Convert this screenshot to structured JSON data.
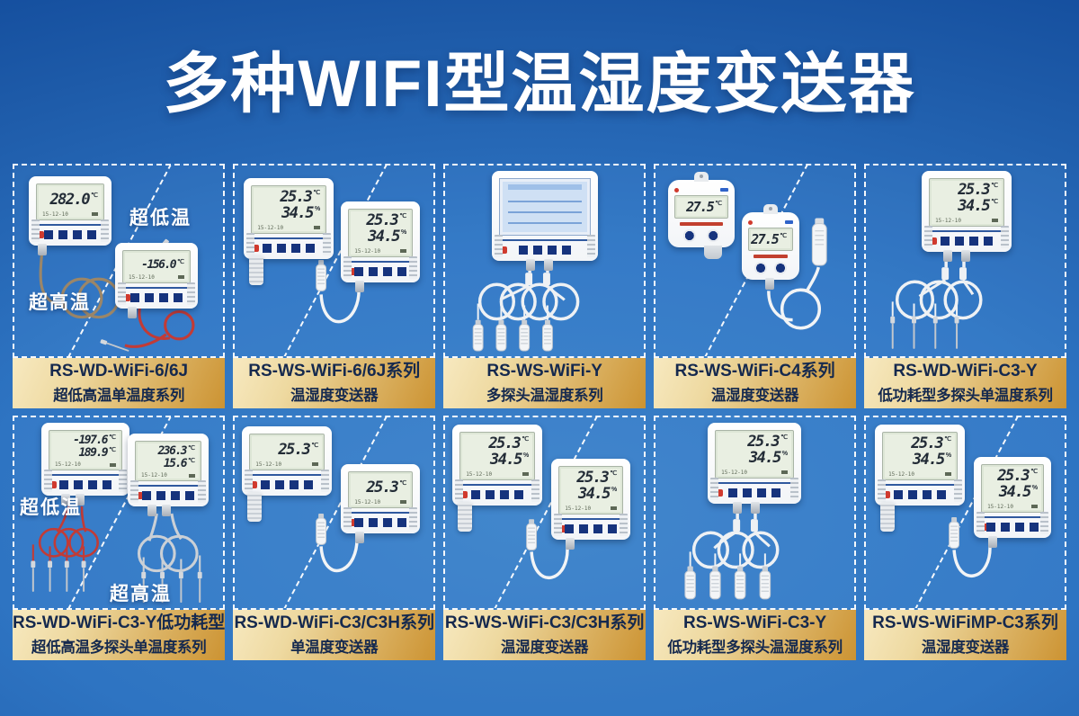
{
  "page": {
    "title": "多种WIFI型温湿度变送器",
    "background_top": "#0d4495",
    "background_bottom": "#3d82c8",
    "label_gradient_start": "#f7e9c0",
    "label_gradient_end": "#cc9332",
    "label_text_color": "#15294e"
  },
  "lcd_footer": "15-12-10",
  "cards": [
    {
      "model": "RS-WD-WiFi-6/6J",
      "series": "超低高温单温度系列",
      "tag_low": "超低温",
      "tag_high": "超高温",
      "devices": [
        {
          "v1": "282.0",
          "u1": "℃"
        },
        {
          "v1": "-156.0",
          "u1": "℃"
        }
      ]
    },
    {
      "model": "RS-WS-WiFi-6/6J系列",
      "series": "温湿度变送器",
      "devices": [
        {
          "v1": "25.3",
          "u1": "℃",
          "v2": "34.5",
          "u2": "%"
        },
        {
          "v1": "25.3",
          "u1": "℃",
          "v2": "34.5",
          "u2": "%"
        }
      ]
    },
    {
      "model": "RS-WS-WiFi-Y",
      "series": "多探头温湿度系列",
      "devices": []
    },
    {
      "model": "RS-WS-WiFi-C4系列",
      "series": "温湿度变送器",
      "devices": [
        {
          "v1": "27.5",
          "u1": "℃"
        },
        {
          "v1": "27.5",
          "u1": "℃"
        }
      ]
    },
    {
      "model": "RS-WD-WiFi-C3-Y",
      "series": "低功耗型多探头单温度系列",
      "devices": [
        {
          "v1": "25.3",
          "u1": "℃",
          "v2": "34.5",
          "u2": "℃"
        }
      ]
    },
    {
      "model": "RS-WD-WiFi-C3-Y低功耗型",
      "series": "超低高温多探头单温度系列",
      "tag_low": "超低温",
      "tag_high": "超高温",
      "devices": [
        {
          "v1": "-197.6",
          "u1": "℃",
          "v2": "189.9",
          "u2": "℃"
        },
        {
          "v1": "236.3",
          "u1": "℃",
          "v2": "15.6",
          "u2": "℃"
        }
      ]
    },
    {
      "model": "RS-WD-WiFi-C3/C3H系列",
      "series": "单温度变送器",
      "devices": [
        {
          "v1": "25.3",
          "u1": "℃"
        },
        {
          "v1": "25.3",
          "u1": "℃"
        }
      ]
    },
    {
      "model": "RS-WS-WiFi-C3/C3H系列",
      "series": "温湿度变送器",
      "devices": [
        {
          "v1": "25.3",
          "u1": "℃",
          "v2": "34.5",
          "u2": "%"
        },
        {
          "v1": "25.3",
          "u1": "℃",
          "v2": "34.5",
          "u2": "%"
        }
      ]
    },
    {
      "model": "RS-WS-WiFi-C3-Y",
      "series": "低功耗型多探头温湿度系列",
      "devices": [
        {
          "v1": "25.3",
          "u1": "℃",
          "v2": "34.5",
          "u2": "%"
        }
      ]
    },
    {
      "model": "RS-WS-WiFiMP-C3系列",
      "series": "温湿度变送器",
      "devices": [
        {
          "v1": "25.3",
          "u1": "℃",
          "v2": "34.5",
          "u2": "%"
        },
        {
          "v1": "25.3",
          "u1": "℃",
          "v2": "34.5",
          "u2": "%"
        }
      ]
    }
  ]
}
